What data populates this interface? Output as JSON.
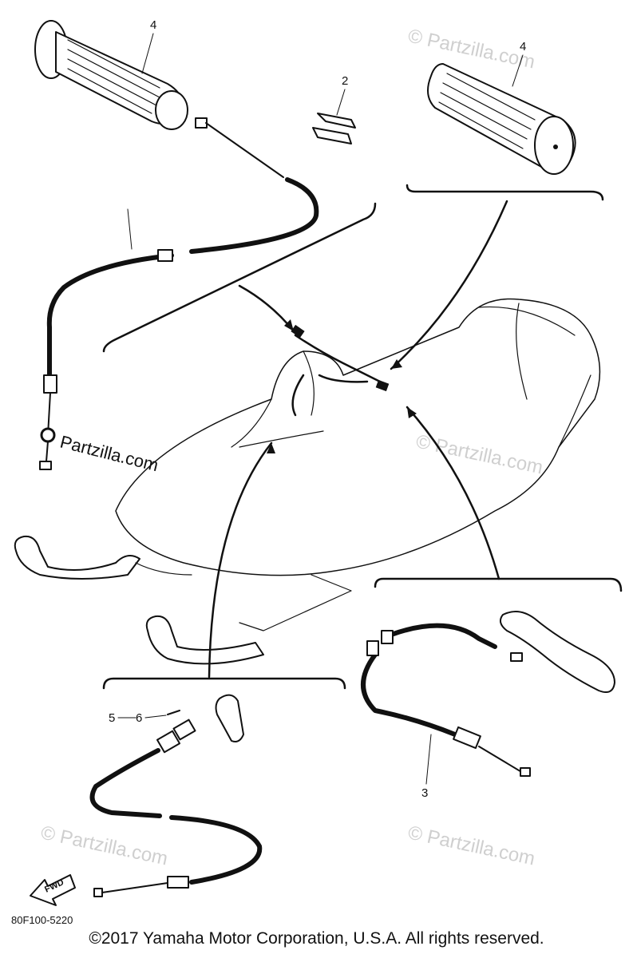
{
  "callouts": {
    "grip_left": "4",
    "grip_right": "4",
    "clip": "2",
    "brake_cable": "3",
    "part_5": "5",
    "part_6": "6"
  },
  "watermarks": {
    "main": "Partzilla.com",
    "faint": "© Partzilla.com"
  },
  "arrow_label": "FWD",
  "diagram_code": "80F100-5220",
  "copyright": "©2017 Yamaha Motor Corporation, U.S.A. All rights reserved."
}
